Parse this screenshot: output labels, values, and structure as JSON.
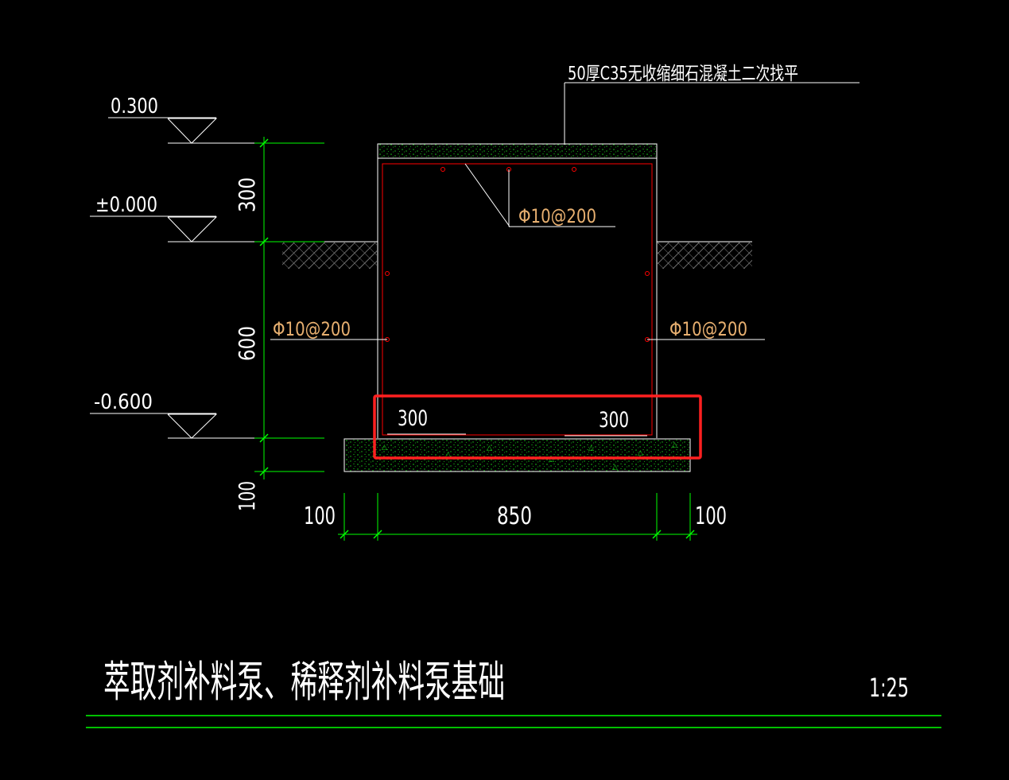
{
  "drawing": {
    "title": "萃取剂补料泵、稀释剂补料泵基础",
    "scale": "1:25",
    "top_note": "50厚C35无收缩细石混凝土二次找平",
    "rebar_top": "Φ10@200",
    "rebar_left": "Φ10@200",
    "rebar_right": "Φ10@200",
    "elevations": {
      "top": "0.300",
      "ground": "±0.000",
      "bottom": "-0.600"
    },
    "vertical_dims": {
      "upper": "300",
      "middle": "600",
      "base": "100"
    },
    "horizontal_dims": {
      "left": "100",
      "center": "850",
      "right": "100"
    },
    "inner_dims": {
      "left": "300",
      "right": "300"
    }
  },
  "colors": {
    "background": "#000000",
    "line_white": "#ffffff",
    "dim_green": "#00ff00",
    "rebar_red": "#ff0000",
    "rebar_text": "#e8b070",
    "highlight_box": "#ff2020",
    "hatch_gray": "#9a9a9a",
    "concrete_green": "#19c819"
  }
}
